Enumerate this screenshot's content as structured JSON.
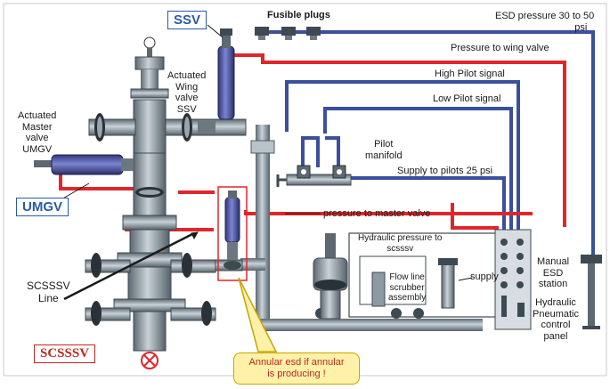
{
  "labels": {
    "fusible_plugs": "Fusible plugs",
    "esd_pressure_line1": "ESD pressure  30 to 50",
    "esd_pressure_line2": "psi",
    "pressure_to_wing_valve": "Pressure to wing valve",
    "high_pilot_signal": "High Pilot signal",
    "low_pilot_signal": "Low Pilot signal",
    "pilot_manifold_line1": "Pilot",
    "pilot_manifold_line2": "manifold",
    "supply_to_pilots": "Supply to pilots 25 psi",
    "pressure_to_master_valve": "pressure to master  valve",
    "hydraulic_pressure_line1": "Hydraulic pressure to",
    "hydraulic_pressure_line2": "scsssv",
    "flow_line_scrubber_line1": "Flow line",
    "flow_line_scrubber_line2": "scrubber",
    "flow_line_scrubber_line3": "assembly",
    "supply": "supply",
    "manual_esd_line1": "Manual",
    "manual_esd_line2": "ESD",
    "manual_esd_line3": "station",
    "hydraulic_panel_line1": "Hydraulic",
    "hydraulic_panel_line2": "Pneumatic",
    "hydraulic_panel_line3": "control",
    "hydraulic_panel_line4": "panel",
    "actuated_wing_line1": "Actuated",
    "actuated_wing_line2": "Wing",
    "actuated_wing_line3": "valve",
    "actuated_wing_line4": "SSV",
    "actuated_master_line1": "Actuated",
    "actuated_master_line2": "Master",
    "actuated_master_line3": "valve",
    "actuated_master_line4": "UMGV",
    "ssv_box": "SSV",
    "umgv_box": "UMGV",
    "scsssv_box": "SCSSSV",
    "scsssv_line_line1": "SCSSSV",
    "scsssv_line_line2": "Line",
    "annular_callout_line1": "Annular esd if annular",
    "annular_callout_line2": "is producing !"
  },
  "colors": {
    "red_line": "#e0262a",
    "blue_line": "#3a4f9e",
    "steel": "#8d9aa3",
    "dark_steel": "#4f5b63",
    "actuator_blue": "#4a52a8",
    "callout_fill": "#fff2a8",
    "scsssv_text": "#c0261f",
    "box_text": "#2a5aa8"
  }
}
